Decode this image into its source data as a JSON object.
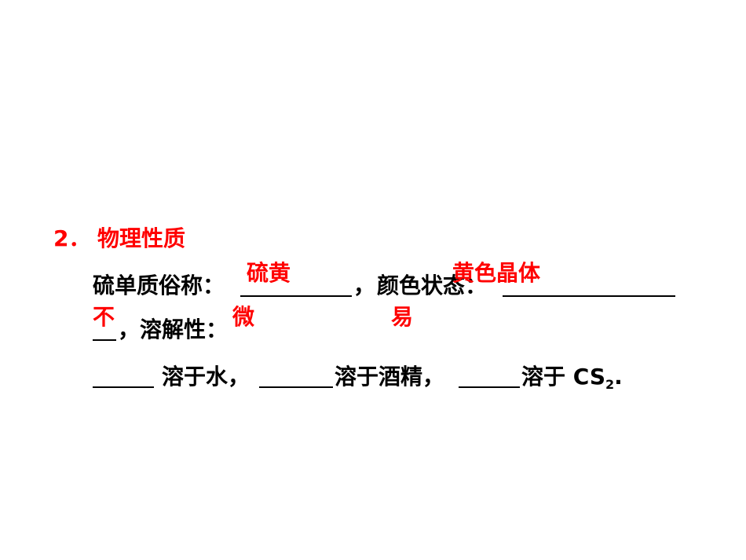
{
  "section": {
    "number": "2．",
    "title": "物理性质"
  },
  "line1": {
    "label_name": "硫单质俗称：",
    "comma": "，",
    "label_color": "颜色状态："
  },
  "line2": {
    "label_solubility": "，溶解性："
  },
  "line3": {
    "water": "溶于水，",
    "alcohol": "溶于酒精，",
    "cs_prefix": "溶于 CS",
    "cs_sub": "2",
    "cs_suffix": "."
  },
  "answers": {
    "common_name": "硫黄",
    "color_state": "黄色晶体",
    "water_solubility": "不",
    "alcohol_solubility": "微",
    "cs2_solubility": "易"
  },
  "colors": {
    "answer": "#ff0000",
    "heading": "#ff0000",
    "text": "#000000"
  }
}
